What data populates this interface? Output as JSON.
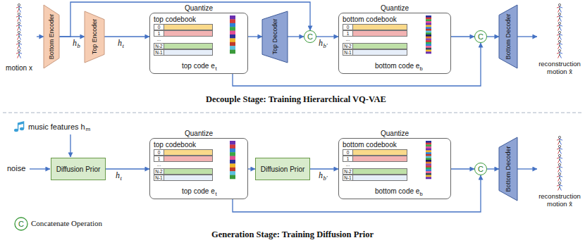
{
  "diagram": {
    "nodes": [
      {
        "text": [
          "motion x"
        ]
      },
      {
        "text": [
          "Bottom Encoder"
        ]
      },
      {
        "text": [
          "Top Encoder"
        ]
      },
      {
        "text": [
          "Quantize"
        ]
      },
      {
        "text": [
          "top codebook",
          "0",
          "1",
          "...",
          "N-2",
          "N-1"
        ],
        "in": 3
      },
      {
        "text": [
          "Top Decoder"
        ]
      },
      {
        "text": [
          "C"
        ]
      },
      {
        "text": [
          "Quantize"
        ]
      },
      {
        "text": [
          "bottom codebook",
          "0",
          "1",
          "...",
          "N-2",
          "N-1"
        ],
        "in": 7
      },
      {
        "text": [
          "C"
        ]
      },
      {
        "text": [
          "Bottom Decoder"
        ]
      },
      {
        "text": [
          "reconstruction motion x̂"
        ]
      },
      {
        "text": [
          "Diffusion Prior"
        ]
      },
      {
        "text": [
          "Quantize"
        ]
      },
      {
        "text": [
          "top codebook",
          "0",
          "1",
          "...",
          "N-2",
          "N-1"
        ],
        "in": 13
      },
      {
        "text": [
          "Diffusion Prior"
        ]
      },
      {
        "text": [
          "Quantize"
        ]
      },
      {
        "text": [
          "bottom codebook",
          "0",
          "1",
          "...",
          "N-2",
          "N-1"
        ],
        "in": 16
      },
      {
        "text": [
          "C"
        ]
      },
      {
        "text": [
          "Bottom Decoder"
        ]
      },
      {
        "text": [
          "reconstruction motion x̂"
        ]
      }
    ],
    "edges": [
      {
        "from": 0,
        "to": 1,
        "arrow": "to"
      },
      {
        "from": 1,
        "to": 2,
        "arrow": "to"
      },
      {
        "from": 2,
        "to": 3,
        "arrow": "to"
      },
      {
        "from": 3,
        "to": 5,
        "arrow": "to"
      },
      {
        "from": 5,
        "to": 6,
        "arrow": "to"
      },
      {
        "from": 1,
        "to": 6,
        "arrow": "to"
      },
      {
        "from": 6,
        "to": 7,
        "arrow": "to"
      },
      {
        "from": 7,
        "to": 9,
        "arrow": "to"
      },
      {
        "from": 3,
        "to": 9,
        "arrow": "to"
      },
      {
        "from": 9,
        "to": 10,
        "arrow": "to"
      },
      {
        "from": 10,
        "to": 11,
        "arrow": "to"
      },
      {
        "from": 12,
        "to": 13,
        "arrow": "to"
      },
      {
        "from": 13,
        "to": 15,
        "arrow": "to"
      },
      {
        "from": 15,
        "to": 16,
        "arrow": "to"
      },
      {
        "from": 16,
        "to": 18,
        "arrow": "to"
      },
      {
        "from": 13,
        "to": 18,
        "arrow": "to"
      },
      {
        "from": 18,
        "to": 19,
        "arrow": "to"
      },
      {
        "from": 19,
        "to": 20,
        "arrow": "to"
      }
    ],
    "labels": [
      "h",
      "b",
      "h",
      "t",
      "top code e",
      "t",
      "h",
      "b'",
      "bottom code e",
      "b",
      "Decouple Stage: Training Hierarchical VQ-VAE",
      "music features h",
      "m",
      "noise",
      "h",
      "t",
      "top code e",
      "t",
      "h",
      "b'",
      "bottom code e",
      "b",
      "C",
      "Generation Stage: Training Diffusion Prior"
    ],
    "legend": [
      {
        "text": "Concatenate Operation"
      }
    ]
  }
}
